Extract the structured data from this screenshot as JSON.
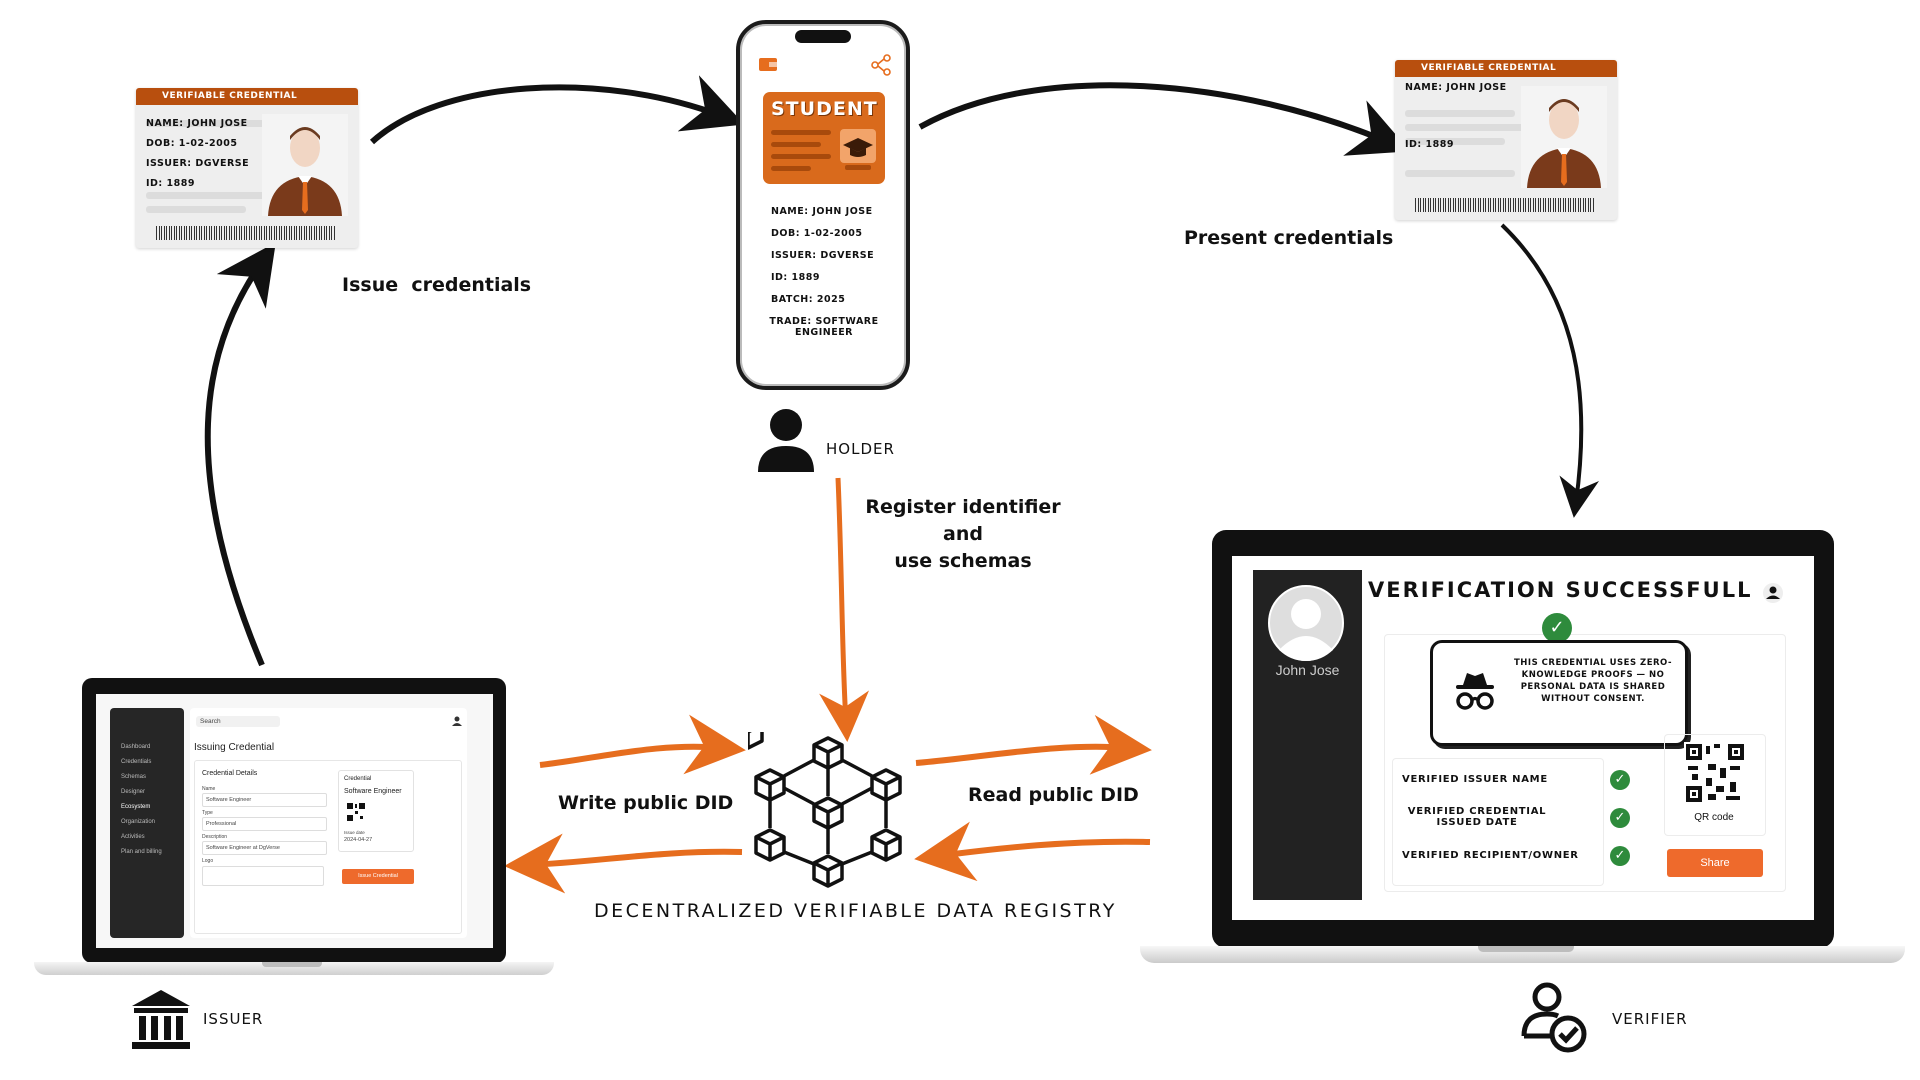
{
  "colors": {
    "accent": "#e66d1e",
    "dark": "#111111",
    "brand": "#b84f0e",
    "success": "#2e8b3c"
  },
  "labels": {
    "issue": "Issue  credentials",
    "present": "Present credentials",
    "register": "Register identifier and\nuse schemas",
    "write": "Write public DID",
    "read": "Read public DID",
    "registry": "DECENTRALIZED VERIFIABLE DATA REGISTRY",
    "holder": "HOLDER",
    "issuer": "ISSUER",
    "verifier": "VERIFIER"
  },
  "card_left": {
    "band": "VERIFIABLE CREDENTIAL",
    "name": "NAME: JOHN JOSE",
    "dob": "DOB: 1-02-2005",
    "issuer": "ISSUER: DGVERSE",
    "id": "ID: 1889"
  },
  "card_right": {
    "band": "VERIFIABLE CREDENTIAL",
    "name": "NAME: JOHN JOSE",
    "id": "ID: 1889"
  },
  "phone": {
    "badge": "STUDENT",
    "name": "NAME: JOHN JOSE",
    "dob": "DOB: 1-02-2005",
    "issuer": "ISSUER: DGVERSE",
    "id": "ID: 1889",
    "batch": "BATCH: 2025",
    "trade": "TRADE: SOFTWARE ENGINEER"
  },
  "issuer_ui": {
    "search_placeholder": "Search",
    "nav": [
      "Dashboard",
      "Credentials",
      "Schemas",
      "Designer",
      "Ecosystem",
      "Organization",
      "Activities",
      "Plan and billing"
    ],
    "title": "Issuing Credential",
    "section": "Credential Details",
    "name_label": "Name",
    "name_value": "Software Engineer",
    "type_label": "Type",
    "type_value": "Professional",
    "desc_label": "Description",
    "desc_value": "Software Engineer at DgVerse",
    "logo_label": "Logo",
    "preview_title": "Credential",
    "preview_name": "Software Engineer",
    "issue_date_label": "Issue date",
    "issue_date": "2024-04-27",
    "issue_button": "Issue Credential"
  },
  "verifier_ui": {
    "title": "VERIFICATION SUCCESSFULL",
    "user": "John Jose",
    "zkp": "THIS CREDENTIAL USES ZERO-KNOWLEDGE PROOFS — NO PERSONAL DATA IS SHARED WITHOUT CONSENT.",
    "rows": [
      "VERIFIED ISSUER NAME",
      "VERIFIED CREDENTIAL ISSUED DATE",
      "VERIFIED RECIPIENT/OWNER"
    ],
    "qr_label": "QR code",
    "share_button": "Share"
  }
}
